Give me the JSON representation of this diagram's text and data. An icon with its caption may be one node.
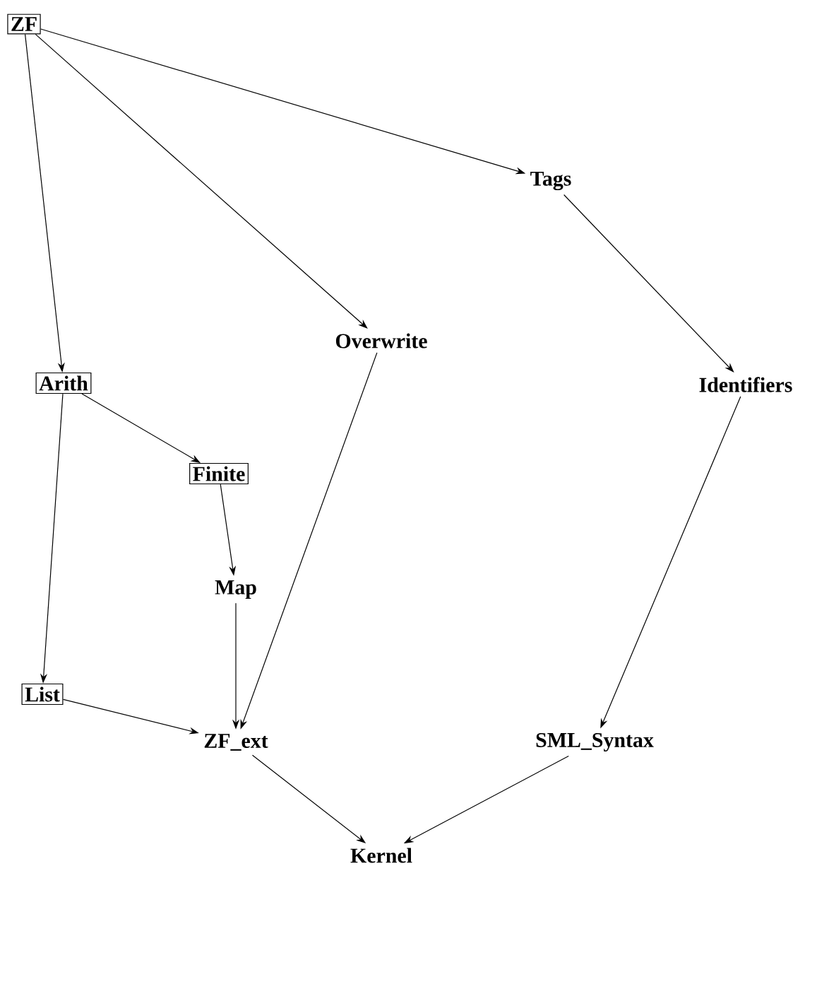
{
  "diagram": {
    "nodes": [
      {
        "text": [
          "ZF"
        ]
      },
      {
        "text": [
          "Tags"
        ]
      },
      {
        "text": [
          "Overwrite"
        ]
      },
      {
        "text": [
          "Identifiers"
        ]
      },
      {
        "text": [
          "Arith"
        ]
      },
      {
        "text": [
          "Finite"
        ]
      },
      {
        "text": [
          "Map"
        ]
      },
      {
        "text": [
          "List"
        ]
      },
      {
        "text": [
          "ZF_ext"
        ]
      },
      {
        "text": [
          "SML_Syntax"
        ]
      },
      {
        "text": [
          "Kernel"
        ]
      }
    ],
    "edges": [
      {
        "from": 0,
        "to": 4,
        "arrow": "to"
      },
      {
        "from": 0,
        "to": 2,
        "arrow": "to"
      },
      {
        "from": 0,
        "to": 1,
        "arrow": "to"
      },
      {
        "from": 1,
        "to": 3,
        "arrow": "to"
      },
      {
        "from": 3,
        "to": 9,
        "arrow": "to"
      },
      {
        "from": 2,
        "to": 8,
        "arrow": "to"
      },
      {
        "from": 4,
        "to": 5,
        "arrow": "to"
      },
      {
        "from": 4,
        "to": 7,
        "arrow": "to"
      },
      {
        "from": 5,
        "to": 6,
        "arrow": "to"
      },
      {
        "from": 6,
        "to": 8,
        "arrow": "to"
      },
      {
        "from": 7,
        "to": 8,
        "arrow": "to"
      },
      {
        "from": 8,
        "to": 10,
        "arrow": "to"
      },
      {
        "from": 9,
        "to": 10,
        "arrow": "to"
      }
    ]
  }
}
